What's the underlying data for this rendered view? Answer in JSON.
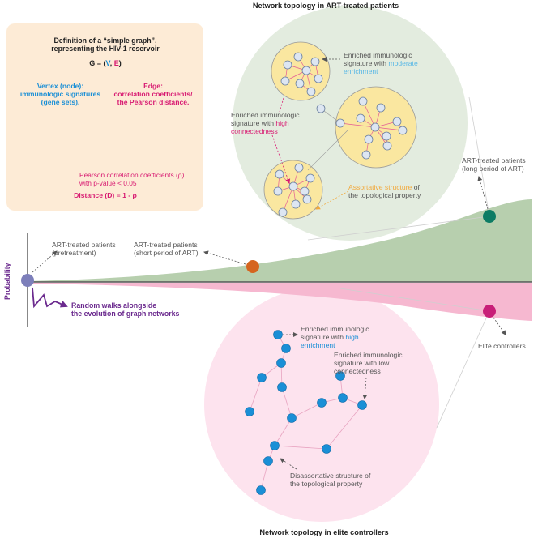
{
  "titles": {
    "top": "Network topology in ART-treated patients",
    "bottom": "Network topology in elite controllers"
  },
  "definition": {
    "title_line1": "Definition of a “simple graph”,",
    "title_line2": "representing the HIV-1 reservoir",
    "formula_prefix": "G = (",
    "formula_v": "V",
    "formula_sep": ", ",
    "formula_e": "E",
    "formula_suffix": ")",
    "vertex_line1": "Vertex (node):",
    "vertex_line2": "immunologic signatures",
    "vertex_line3": "(gene sets).",
    "edge_line1": "Edge:",
    "edge_line2": "correlation coefficients/",
    "edge_line3": "the Pearson distance.",
    "pearson_line1": "Pearson correlation coefficients (ρ)",
    "pearson_line2": "with p-value < 0.05",
    "distance": "Distance (D) = 1 - ρ"
  },
  "art_network": {
    "moderate_line1": "Enriched immunologic",
    "moderate_line2_prefix": "signature with ",
    "moderate_line2_colored": "moderate",
    "moderate_line3": "enrichment",
    "high_conn_line1": "Enriched immunologic",
    "high_conn_line2_prefix": "signature with ",
    "high_conn_line2_colored": "high",
    "high_conn_line3": "connectedness",
    "assort_line1_colored": "Assortative structure",
    "assort_line1_suffix": " of",
    "assort_line2": "the topological property"
  },
  "timeline": {
    "y_axis_label": "Probability",
    "pretreatment_line1": "ART-treated patients",
    "pretreatment_line2": "(pretreatment)",
    "short_line1": "ART-treated patients",
    "short_line2": "(short period of ART)",
    "long_line1": "ART-treated patients",
    "long_line2": "(long period of ART)",
    "elite": "Elite controllers",
    "random_walk_line1": "Random walks alongside",
    "random_walk_line2": "the evolution of graph networks"
  },
  "ec_network": {
    "high_enrich_line1": "Enriched immunologic",
    "high_enrich_line2_prefix": "signature with ",
    "high_enrich_line2_colored": "high",
    "high_enrich_line3": "enrichment",
    "low_conn_line1": "Enriched immunologic",
    "low_conn_line2": "signature with low",
    "low_conn_line3": "connectedness",
    "disassort_line1": "Disassortative structure of",
    "disassort_line2": "the topological property"
  },
  "colors": {
    "art_green": "#e3ecdf",
    "ec_pink": "#fde3ee",
    "yellow_cluster": "#fae7a0",
    "node_blue": "#1a8fd6",
    "node_light": "#dde6f2",
    "edge_pink": "#e35b95",
    "magenta": "#d81b72",
    "purple": "#6b2a8e",
    "teal": "#0d7c64",
    "orange_point": "#d5651f",
    "pretreat_point": "#7d7fba",
    "definition_bg": "#fdebd6"
  }
}
